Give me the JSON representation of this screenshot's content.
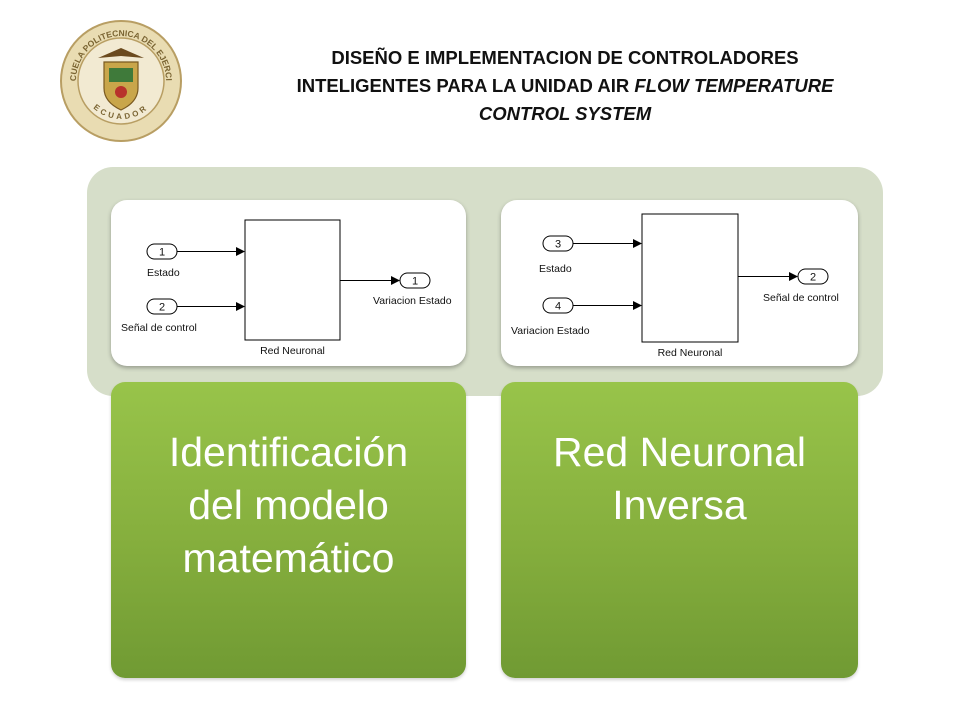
{
  "header": {
    "title_line1": "DISEÑO E IMPLEMENTACION DE CONTROLADORES",
    "title_line2_prefix": "INTELIGENTES PARA LA UNIDAD AIR ",
    "title_line2_italic": "FLOW TEMPERATURE",
    "title_line3": "CONTROL SYSTEM"
  },
  "logo": {
    "name": "ESCUELA POLITECNICA DEL EJERCITO",
    "country": "ECUADOR"
  },
  "diagrams": [
    {
      "inputs": [
        {
          "number": "1",
          "label": "Estado"
        },
        {
          "number": "2",
          "label": "Señal de control"
        }
      ],
      "block_label": "Red Neuronal",
      "output": {
        "number": "1",
        "label": "Variacion Estado"
      }
    },
    {
      "inputs": [
        {
          "number": "3",
          "label": "Estado"
        },
        {
          "number": "4",
          "label": "Variacion Estado"
        }
      ],
      "block_label": "Red Neuronal",
      "output": {
        "number": "2",
        "label": "Señal de control"
      }
    }
  ],
  "cards": [
    {
      "lines": [
        "Identificación",
        "del modelo",
        "matemático"
      ]
    },
    {
      "lines": [
        "Red Neuronal",
        "Inversa"
      ]
    }
  ],
  "colors": {
    "band": "#d6dec9",
    "card_green": "#8ab440",
    "logo_gold": "#c9b27a"
  }
}
